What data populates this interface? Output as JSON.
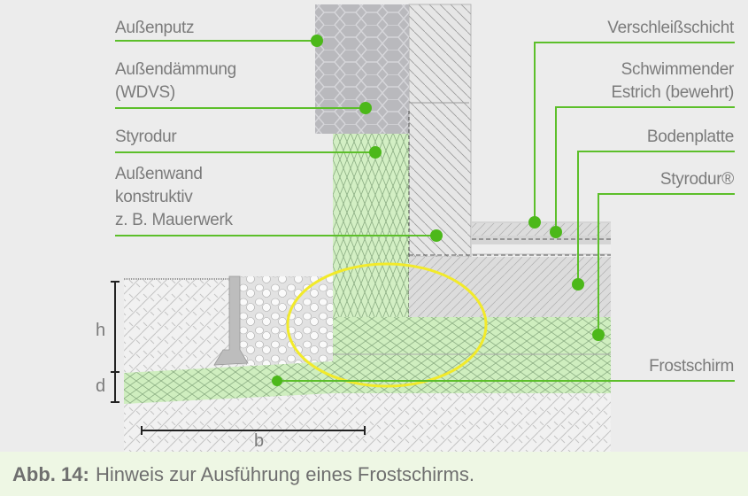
{
  "labels_left": {
    "aussenputz": "Außenputz",
    "aussendaemmung_1": "Außendämmung",
    "aussendaemmung_2": "(WDVS)",
    "styrodur": "Styrodur",
    "aussenwand_1": "Außenwand",
    "aussenwand_2": "konstruktiv",
    "aussenwand_3": "z. B. Mauerwerk"
  },
  "labels_right": {
    "verschleissschicht": "Verschleißschicht",
    "estrich_1": "Schwimmender",
    "estrich_2": "Estrich (bewehrt)",
    "bodenplatte": "Bodenplatte",
    "styrodur": "Styrodur®",
    "frostschirm": "Frostschirm"
  },
  "dimensions": {
    "h": "h",
    "d": "d",
    "b": "b"
  },
  "caption": {
    "prefix": "Abb. 14:",
    "text": "Hinweis zur Ausführung eines Frostschirms."
  },
  "colors": {
    "leader": "#5cbf2a",
    "insulation": "#cfeebf",
    "highlight": "#f2ea2a",
    "text": "#7b7b7b"
  }
}
